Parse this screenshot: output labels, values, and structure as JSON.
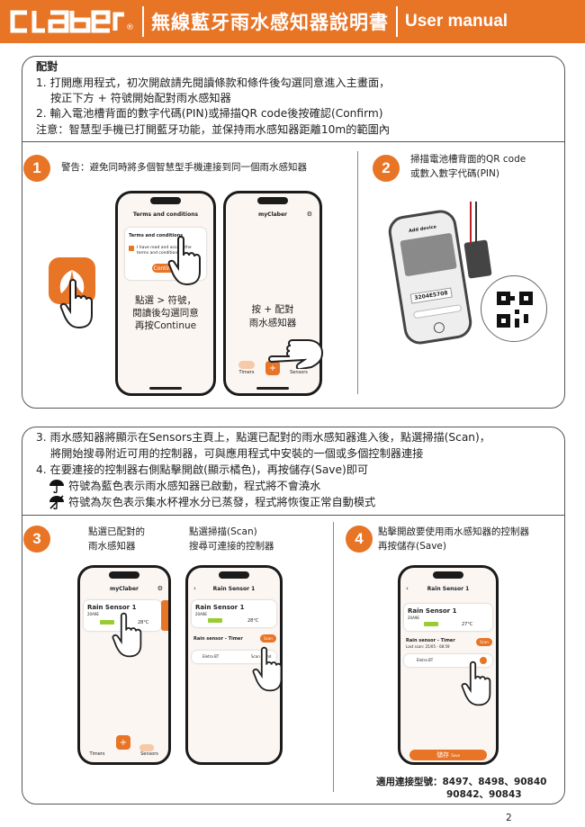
{
  "header": {
    "brand": "claber",
    "title": "無線藍牙雨水感知器說明書",
    "title_en": "User manual"
  },
  "section1": {
    "heading": "配對",
    "line1": "1. 打開應用程式，初次開啟請先閱讀條款和條件後勾選同意進入主畫面，",
    "line1b": "按正下方 + 符號開始配對雨水感知器",
    "line2": "2. 輸入電池槽背面的數字代碼(PIN)或掃描QR code後按確認(Confirm)",
    "note": "注意：智慧型手機已打開藍牙功能，並保持雨水感知器距離10m的範圍內",
    "step1": "1",
    "step1_warning": "警告：避免同時將多個智慧型手機連接到同一個雨水感知器",
    "step2": "2",
    "step2_text_a": "掃描電池槽背面的QR code",
    "step2_text_b": "或數入數字代碼(PIN)",
    "phoneA": {
      "title": "Terms and conditions",
      "sub": "Terms and conditions",
      "check": "I have read and accept the terms and conditions",
      "btn": "Continue",
      "big1": "點選 > 符號，",
      "big2": "閱讀後勾選同意",
      "big3": "再按Continue"
    },
    "phoneB": {
      "title": "myClaber",
      "big1": "按 + 配對",
      "big2": "雨水感知器",
      "nav_left": "Timers",
      "nav_right": "Sensors"
    },
    "phoneC": {
      "title": "Add device",
      "pin": "3204E5708"
    }
  },
  "section2": {
    "line3": "3. 雨水感知器將顯示在Sensors主頁上，點選已配對的雨水感知器進入後，點選掃描(Scan)，",
    "line3b": "將開始搜尋附近可用的控制器，可與應用程式中安裝的一個或多個控制器連接",
    "line4": "4. 在要連接的控制器右側點擊開啟(顯示橘色)，再按儲存(Save)即可",
    "icon_line1": "符號為藍色表示雨水感知器已啟動，程式將不會澆水",
    "icon_line2": "符號為灰色表示集水杯裡水分已蒸發，程式將恢復正常自動模式",
    "step3": "3",
    "step3_a1": "點選已配對的",
    "step3_a2": "雨水感知器",
    "step3_b1": "點選掃描(Scan)",
    "step3_b2": "搜尋可連接的控制器",
    "step4": "4",
    "step4_a": "點擊開啟要使用雨水感知器的控制器",
    "step4_b": "再按儲存(Save)",
    "phoneD": {
      "title": "myClaber",
      "sensor": "Rain Sensor 1",
      "id": "20A9E",
      "temp": "28°C",
      "nav_left": "Timers",
      "nav_right": "Sensors"
    },
    "phoneE": {
      "title": "Rain Sensor 1",
      "sensor": "Rain Sensor 1",
      "id": "20A9E",
      "temp": "28°C",
      "timer": "Rain sensor - Timer",
      "scan": "Scan",
      "device": "Eletra BT",
      "scan_found": "Scan found"
    },
    "phoneF": {
      "title": "Rain Sensor 1",
      "sensor": "Rain Sensor 1",
      "id": "20A9E",
      "temp": "27°C",
      "timer": "Rain sensor - Timer",
      "last_scan": "Last scan: 25/05 - 08:59",
      "scan": "Scan",
      "device": "Eletra BT",
      "save_cn": "儲存",
      "save_en": "Save"
    },
    "models_label": "適用連接型號：8497、8498、90840",
    "models_line2": "90842、90843"
  },
  "page_number": "2",
  "colors": {
    "accent": "#e87426",
    "dark": "#1b1b1b"
  }
}
